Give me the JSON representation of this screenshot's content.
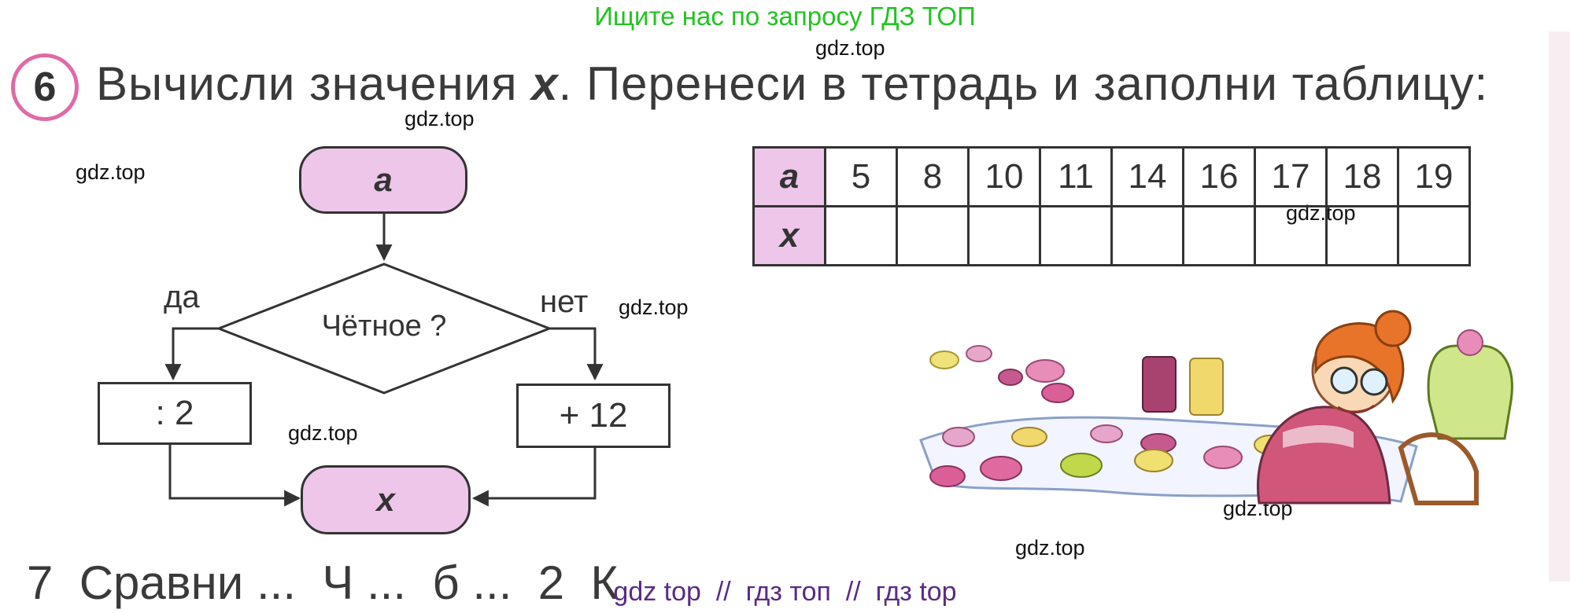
{
  "banner_top": "Ищите нас по запросу ГДЗ ТОП",
  "watermarks": [
    "gdz.top",
    "gdz.top",
    "gdz.top",
    "gdz.top",
    "gdz.top",
    "gdz.top",
    "gdz.top",
    "gdz.top"
  ],
  "task": {
    "number": "6",
    "text_before": "Вычисли значения ",
    "variable": "x",
    "text_after": ". Перенеси в тетрадь и заполни таблицу:"
  },
  "flowchart": {
    "start": "a",
    "condition": "Чётное ?",
    "yes_label": "да",
    "no_label": "нет",
    "yes_action": ": 2",
    "no_action": "+ 12",
    "end": "x"
  },
  "table": {
    "row_a_label": "a",
    "row_x_label": "x",
    "a_values": [
      "5",
      "8",
      "10",
      "11",
      "14",
      "16",
      "17",
      "18",
      "19"
    ],
    "x_values": [
      "",
      "",
      "",
      "",
      "",
      "",
      "",
      "",
      ""
    ]
  },
  "next_task_fragment": "7  Сравни ...  Ч ...  б ...  2  К",
  "banner_bottom": "gdz top  //  гдз топ  //  гдз top",
  "colors": {
    "pill_fill": "#edc6ea",
    "number_ring": "#e06aa6",
    "banner_top": "#22c322",
    "banner_bottom": "#5b2a86"
  }
}
